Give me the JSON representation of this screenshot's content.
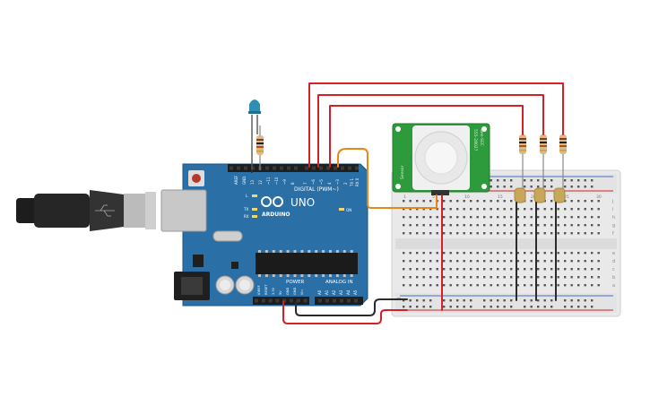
{
  "arduino": {
    "logo_text": "ARDUINO",
    "model": "UNO",
    "on_label": "ON",
    "tx_label": "TX",
    "rx_label": "RX",
    "l_label": "L",
    "digital_label": "DIGITAL (PWM~)",
    "power_label": "POWER",
    "analog_label": "ANALOG IN",
    "digital_pins": [
      "AREF",
      "GND",
      "13",
      "12",
      "~11",
      "~10",
      "~9",
      "8",
      "7",
      "~6",
      "~5",
      "4",
      "~3",
      "2",
      "TX 1",
      "RX 0"
    ],
    "power_pins": [
      "IOREF",
      "RESET",
      "3.3V",
      "5V",
      "GND",
      "GND",
      "Vin"
    ],
    "analog_pins": [
      "A0",
      "A1",
      "A2",
      "A3",
      "A4",
      "A5"
    ]
  },
  "pir": {
    "left_label": "Sensor",
    "right_label": "Sen-SEC",
    "code_label": "555-28027"
  },
  "breadboard": {
    "row_letters_top": [
      "j",
      "i",
      "h",
      "g",
      "f"
    ],
    "row_letters_bottom": [
      "e",
      "d",
      "c",
      "b",
      "a"
    ],
    "column_numbers": [
      "1",
      "5",
      "10",
      "15",
      "20",
      "25",
      "30"
    ]
  },
  "colors": {
    "board_blue": "#2a6fa6",
    "wire_red": "#d61f26",
    "wire_black": "#2b2b2b",
    "wire_orange": "#e8861a",
    "pir_green": "#2d9a3c",
    "breadboard": "#e9e9e9"
  }
}
